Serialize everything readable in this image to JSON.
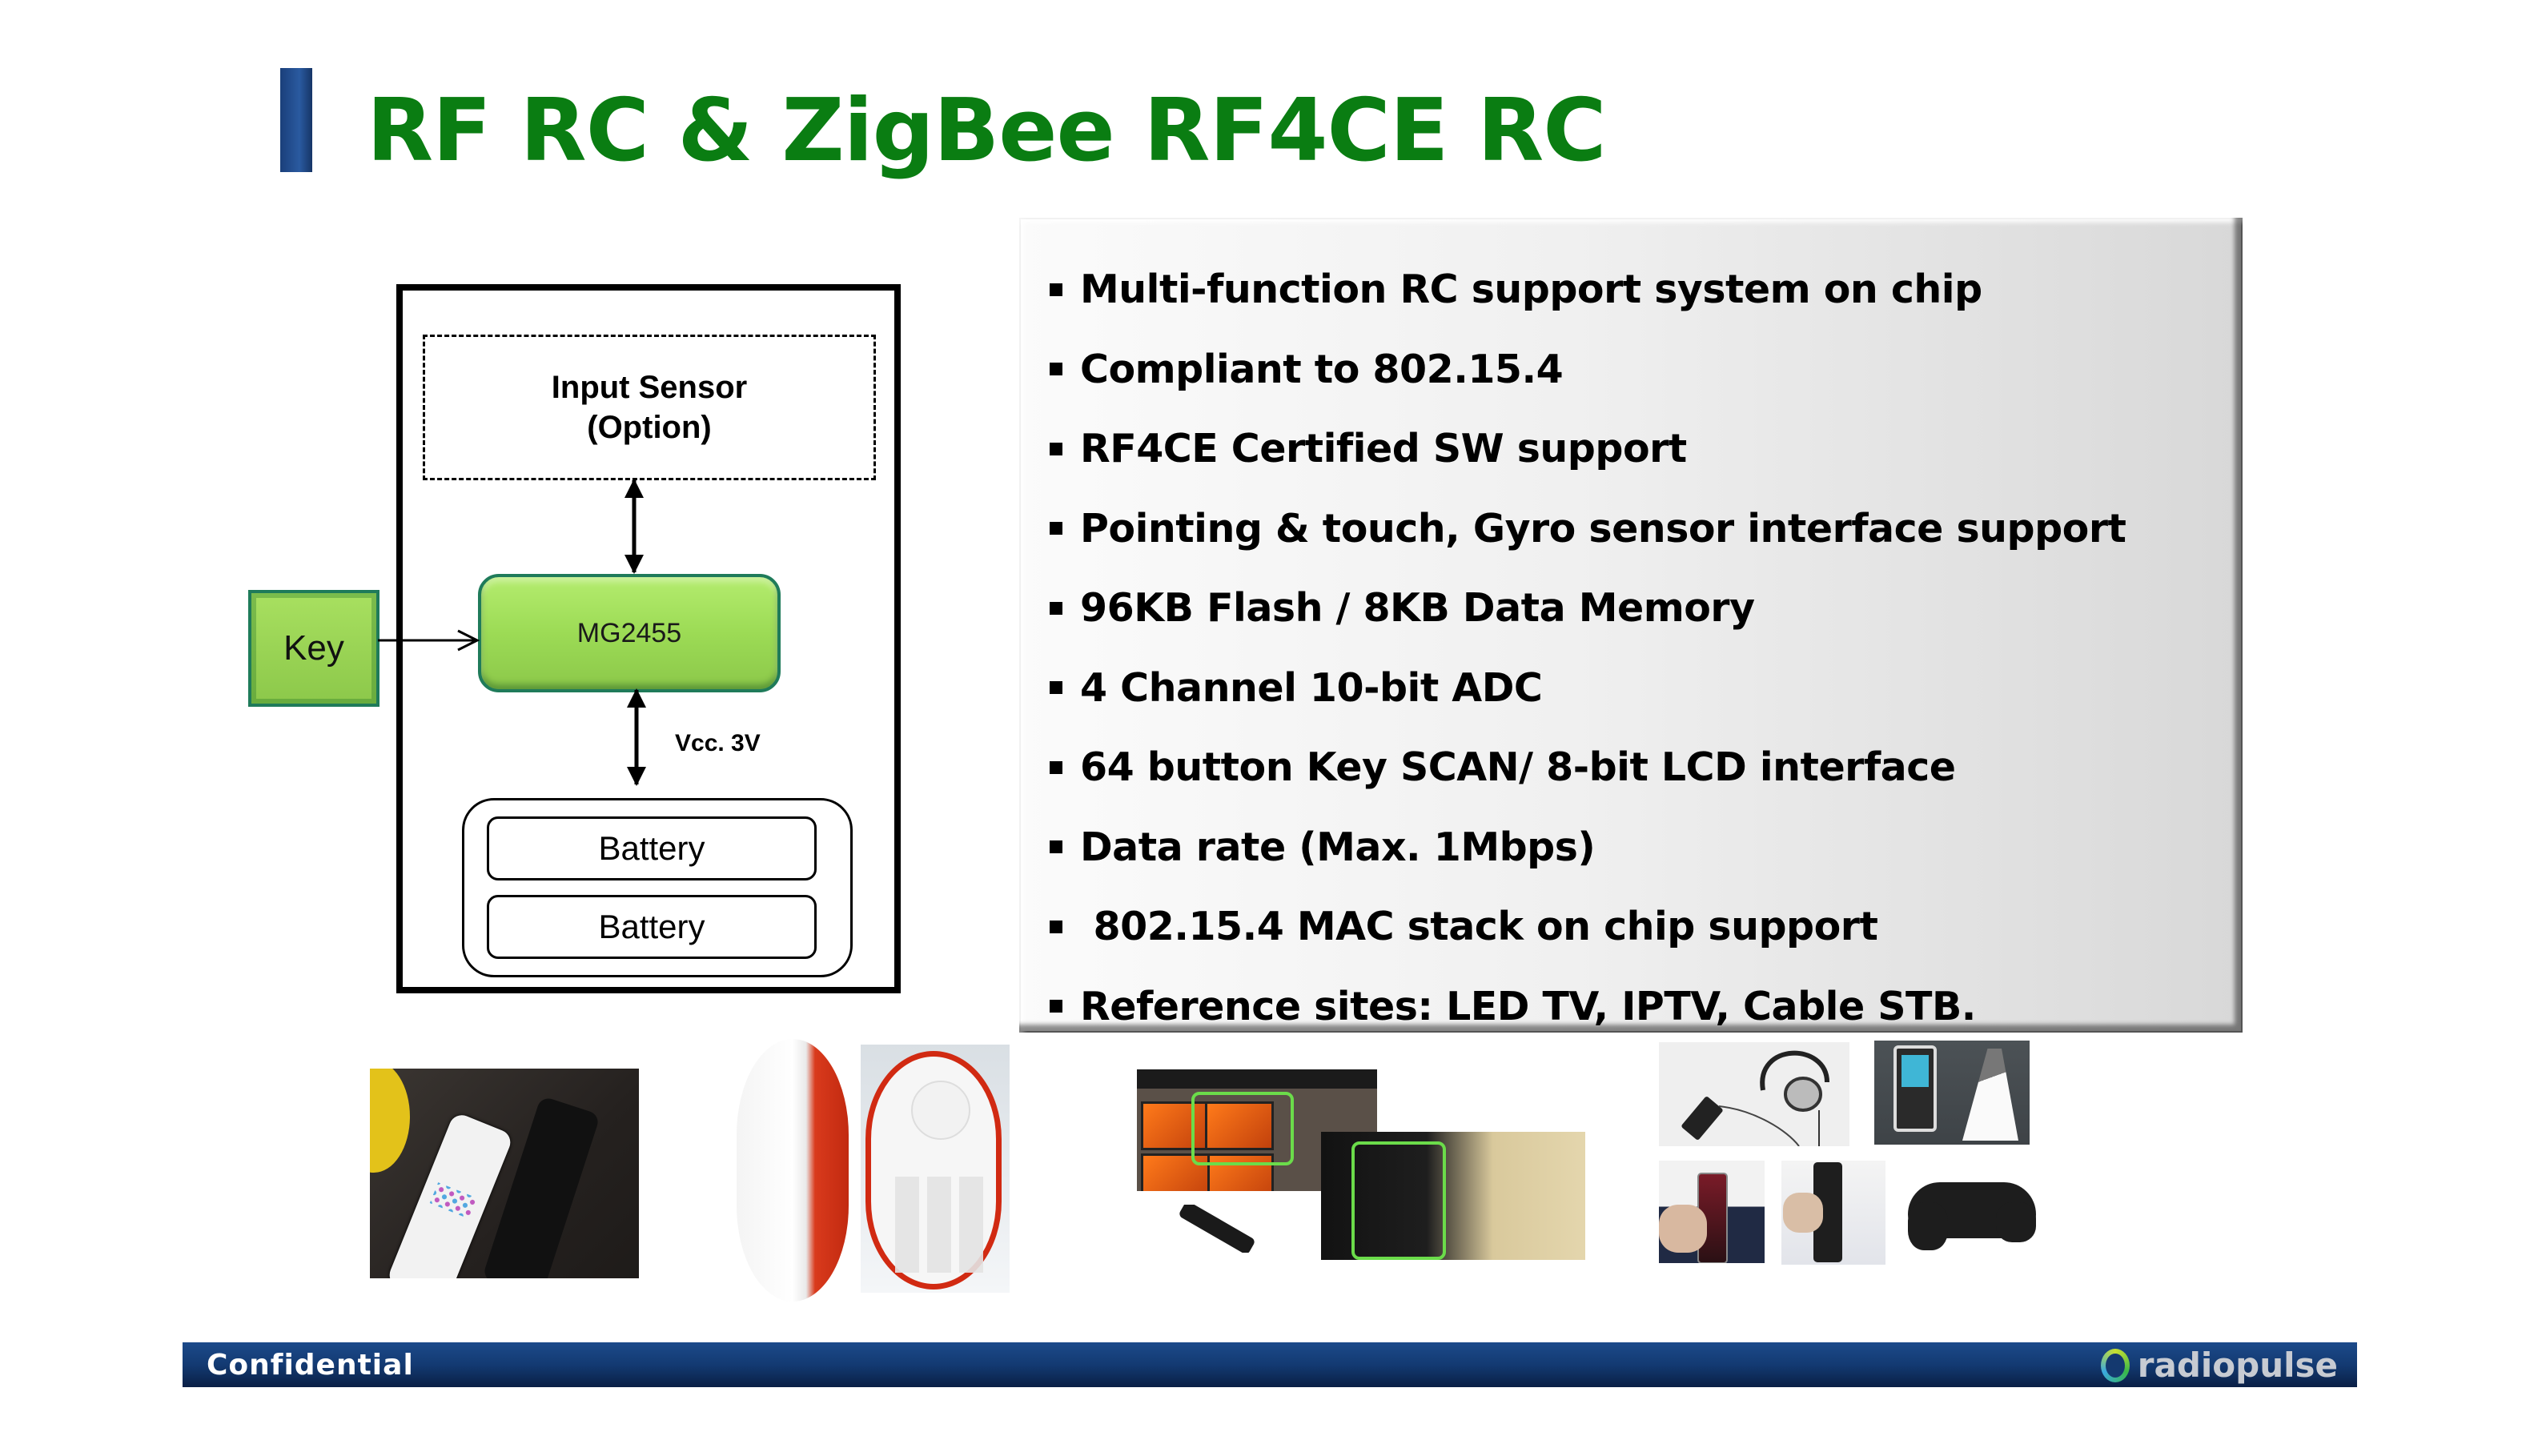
{
  "slide": {
    "title": "RF RC & ZigBee RF4CE RC",
    "colors": {
      "title": "#0a7d12",
      "accent_bar": "#1f4f92",
      "chip_fill": "#9cdb55",
      "chip_border": "#1f7b5a",
      "footer": "#133a72",
      "panel": "#e6e6e6"
    }
  },
  "diagram": {
    "input_sensor": {
      "line1": "Input Sensor",
      "line2": "(Option)"
    },
    "chip_label": "MG2455",
    "key_label": "Key",
    "vcc_label": "Vcc. 3V",
    "batteries": [
      "Battery",
      "Battery"
    ]
  },
  "features": [
    "Multi-function RC support system on chip",
    "Compliant to 802.15.4",
    "RF4CE Certified SW support",
    "Pointing & touch, Gyro sensor interface support",
    "96KB Flash / 8KB Data Memory",
    "4 Channel 10-bit ADC",
    "64 button Key SCAN/ 8-bit LCD interface",
    "Data rate (Max. 1Mbps)",
    " 802.15.4 MAC stack on chip support",
    "Reference sites: LED TV, IPTV, Cable STB."
  ],
  "photos": [
    "remote-controls-photo",
    "red-remote-side-photo",
    "red-remote-front-photo",
    "tv-store-display-photo",
    "tv-store-display-closeup-photo",
    "tv-remote-photo",
    "headphones-remote-photo",
    "handset-dock-photo",
    "hand-held-remote-photo",
    "hand-held-remote-2-photo",
    "gamepad-photo"
  ],
  "footer": {
    "confidential": "Confidential",
    "logo_text": "radiopulse",
    "logo_icon": "ring-logo-icon"
  }
}
